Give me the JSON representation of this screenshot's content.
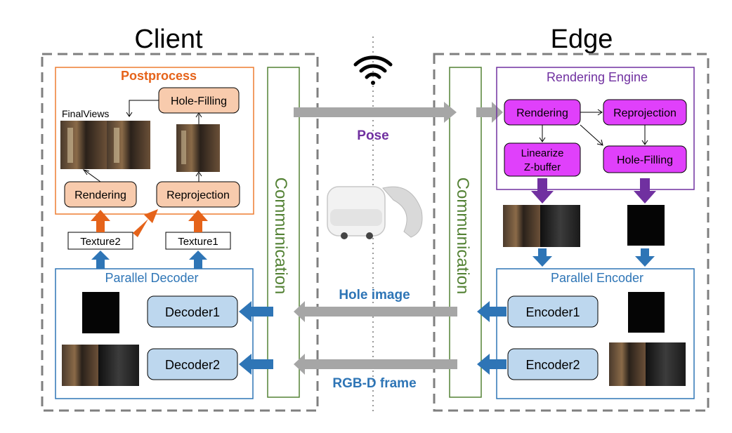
{
  "client": {
    "title": "Client",
    "postprocess": {
      "title": "Postprocess",
      "final_views_label": "FinalViews",
      "hole_filling": "Hole-Filling",
      "rendering": "Rendering",
      "reprojection": "Reprojection"
    },
    "texture2": "Texture2",
    "texture1": "Texture1",
    "parallel_decoder": {
      "title": "Parallel Decoder",
      "decoder1": "Decoder1",
      "decoder2": "Decoder2"
    },
    "communication": "Communication"
  },
  "edge": {
    "title": "Edge",
    "rendering_engine": {
      "title": "Rendering Engine",
      "rendering": "Rendering",
      "reprojection": "Reprojection",
      "linearize": "Linearize",
      "zbuffer": "Z-buffer",
      "hole_filling": "Hole-Filling"
    },
    "parallel_encoder": {
      "title": "Parallel Encoder",
      "encoder1": "Encoder1",
      "encoder2": "Encoder2"
    },
    "communication": "Communication"
  },
  "links": {
    "pose": "Pose",
    "hole_image": "Hole image",
    "rgbd_frame": "RGB-D frame"
  },
  "colors": {
    "frame_dash": "#7f7f7f",
    "postprocess": "#ed7d31",
    "postprocess_fill": "#f8cbad",
    "arrow_orange": "#e5631a",
    "rendering_engine": "#7030a0",
    "engine_fill": "#e040fb",
    "decoder": "#2e75b6",
    "decoder_fill": "#bdd7ee",
    "arrow_blue": "#2e75b6",
    "communication": "#548235",
    "gray_arrow": "#a6a6a6",
    "pose_label": "#7030a0",
    "link_label": "#2e75b6"
  },
  "icons": [
    "wifi-icon",
    "vr-headset-icon"
  ]
}
